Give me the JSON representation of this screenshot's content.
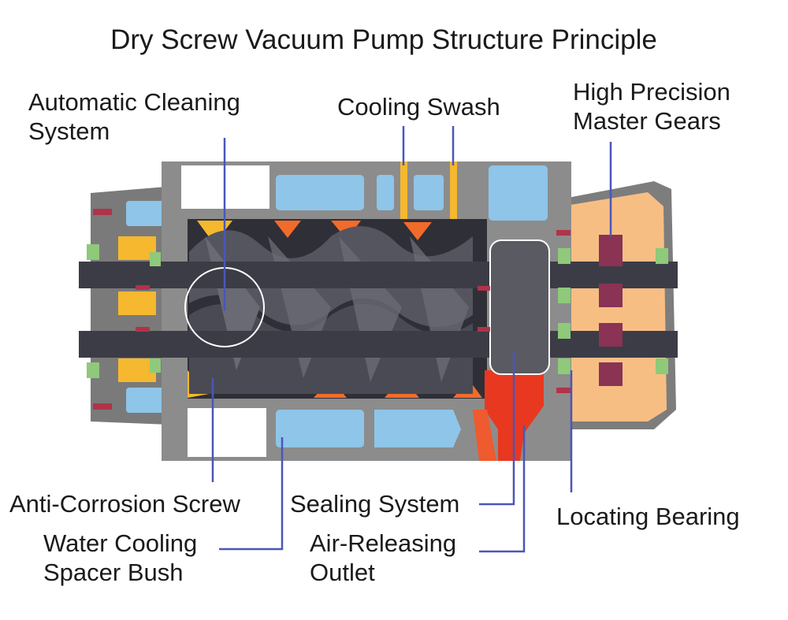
{
  "title": "Dry Screw Vacuum Pump Structure Principle",
  "labels": {
    "automatic_cleaning": [
      "Automatic Cleaning",
      "System"
    ],
    "cooling_swash": "Cooling Swash",
    "master_gears": [
      "High Precision",
      "Master Gears"
    ],
    "anti_corrosion_screw": "Anti-Corrosion Screw",
    "sealing_system": "Sealing System",
    "locating_bearing": "Locating Bearing",
    "water_cooling": [
      "Water Cooling",
      "Spacer Bush"
    ],
    "air_releasing": [
      "Air-Releasing",
      "Outlet"
    ]
  },
  "colors": {
    "casing": "#8c8c8c",
    "casing_dark": "#6e6e6e",
    "coolant": "#8ec5e8",
    "screw": "#4b4b55",
    "screw_light": "#6a6a75",
    "rotor_orange": "#f26b2a",
    "yellow": "#f5b82e",
    "gearbox": "#f7be84",
    "outlet_red": "#e8381f",
    "bolt": "#b0334a",
    "bearing_green": "#8fc97a",
    "leader": "#4a56b8"
  }
}
